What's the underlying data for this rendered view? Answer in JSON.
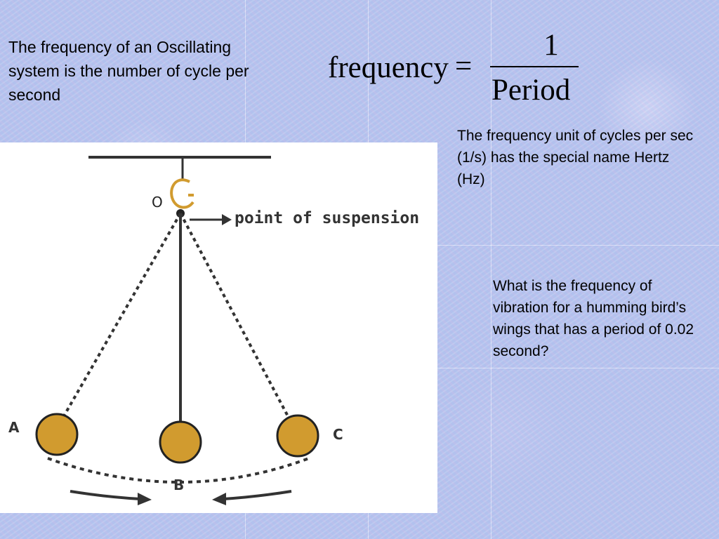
{
  "intro_text": "The frequency of an Oscillating system is the number of cycle per second",
  "formula": {
    "lhs": "frequency",
    "equals": "=",
    "numerator": "1",
    "denominator": "Period"
  },
  "unit_text": "The frequency unit of cycles per sec (1/s) has the special name Hertz (Hz)",
  "question_text": "What is the frequency of vibration for a humming bird’s wings that has a period of 0.02 second?",
  "diagram": {
    "label_o": "O",
    "label_suspension": "point of suspension",
    "label_a": "A",
    "label_b": "B",
    "label_c": "C",
    "colors": {
      "bob": "#d19b2f",
      "line": "#333333"
    }
  }
}
